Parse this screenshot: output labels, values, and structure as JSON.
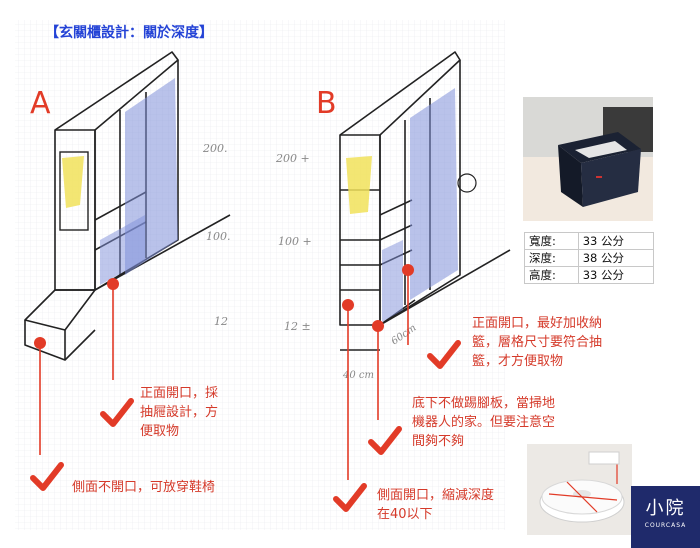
{
  "title": "【玄關櫃設計：關於深度】",
  "label_a": "A",
  "label_b": "B",
  "sketch_a_marks": [
    "200.",
    "100.",
    "12"
  ],
  "sketch_b_marks": [
    "200 +",
    "100 +",
    "12 ±",
    "60cm",
    "40 cm"
  ],
  "notes": {
    "a_front": "正面開口，採\n抽屜設計，方\n便取物",
    "a_side": "側面不開口，可放穿鞋椅",
    "b_front": "正面開口，最好加收納\n籃，層格尺寸要符合抽\n籃，才方便取物",
    "b_bottom": "底下不做踢腳板，當掃地\n機器人的家。但要注意空\n間夠不夠",
    "b_side": "側面開口，縮減深度\n在40以下"
  },
  "spec_table": [
    {
      "label": "寬度:",
      "value": "33 公分"
    },
    {
      "label": "深度:",
      "value": "38 公分"
    },
    {
      "label": "高度:",
      "value": "33 公分"
    }
  ],
  "logo": {
    "name": "小院",
    "sub": "COURCASA"
  },
  "colors": {
    "accent_red": "#e23b27",
    "title_blue": "#2443d6",
    "sketch_blue": "#7f8fd9",
    "sketch_yellow": "#f1e25a"
  }
}
